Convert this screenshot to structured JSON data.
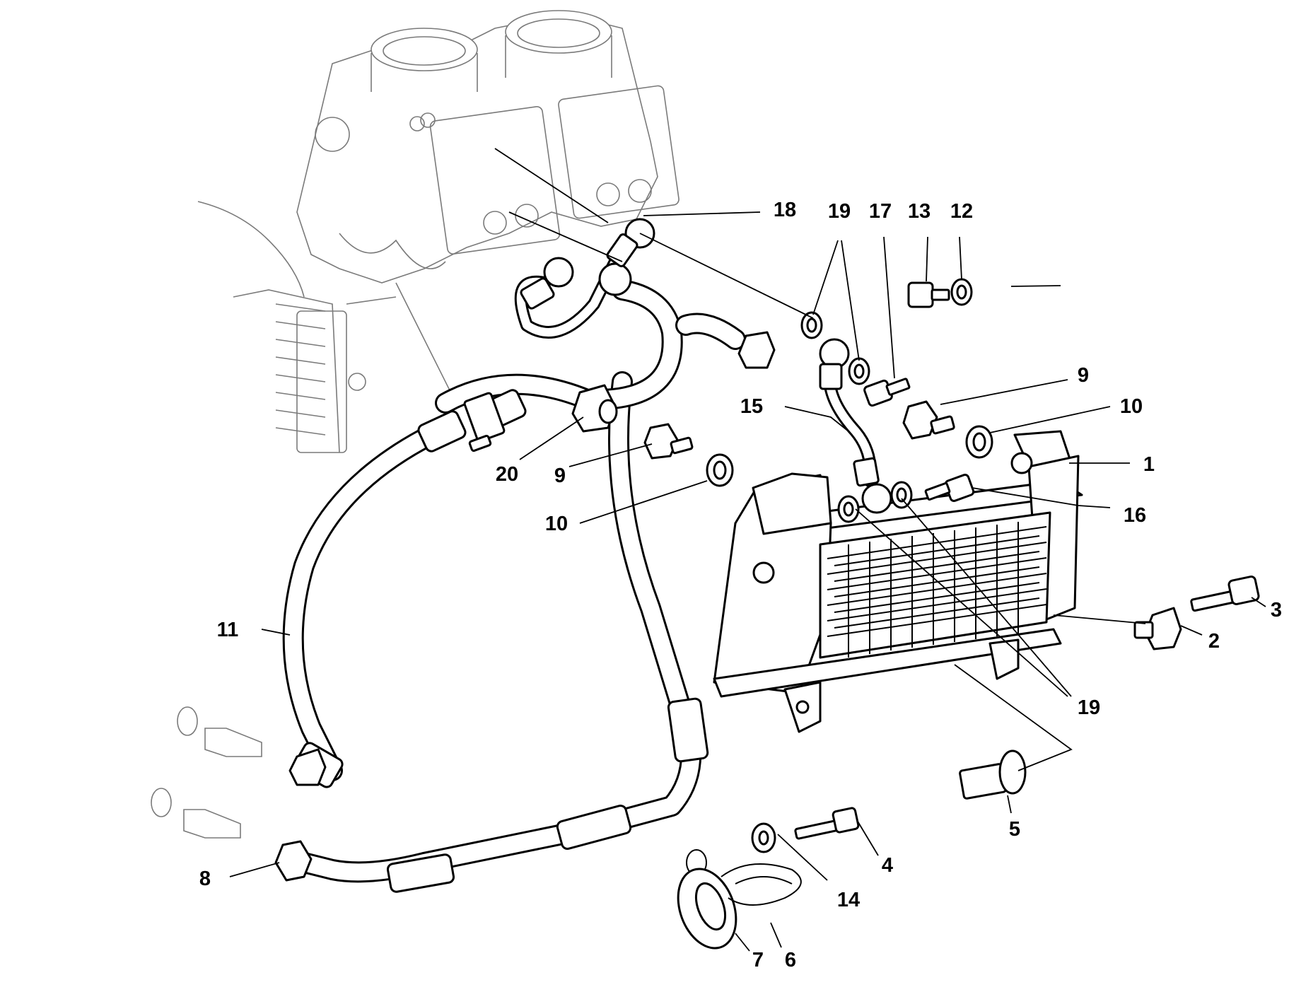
{
  "callouts": [
    {
      "id": "c1",
      "text": "1"
    },
    {
      "id": "c2",
      "text": "2"
    },
    {
      "id": "c3",
      "text": "3"
    },
    {
      "id": "c4",
      "text": "4"
    },
    {
      "id": "c5",
      "text": "5"
    },
    {
      "id": "c6",
      "text": "6"
    },
    {
      "id": "c7",
      "text": "7"
    },
    {
      "id": "c8",
      "text": "8"
    },
    {
      "id": "c9a",
      "text": "9"
    },
    {
      "id": "c9b",
      "text": "9"
    },
    {
      "id": "c10a",
      "text": "10"
    },
    {
      "id": "c10b",
      "text": "10"
    },
    {
      "id": "c11",
      "text": "11"
    },
    {
      "id": "c12",
      "text": "12"
    },
    {
      "id": "c13",
      "text": "13"
    },
    {
      "id": "c14",
      "text": "14"
    },
    {
      "id": "c15",
      "text": "15"
    },
    {
      "id": "c16",
      "text": "16"
    },
    {
      "id": "c17",
      "text": "17"
    },
    {
      "id": "c18",
      "text": "18"
    },
    {
      "id": "c19a",
      "text": "19"
    },
    {
      "id": "c19b",
      "text": "19"
    },
    {
      "id": "c20",
      "text": "20"
    }
  ]
}
